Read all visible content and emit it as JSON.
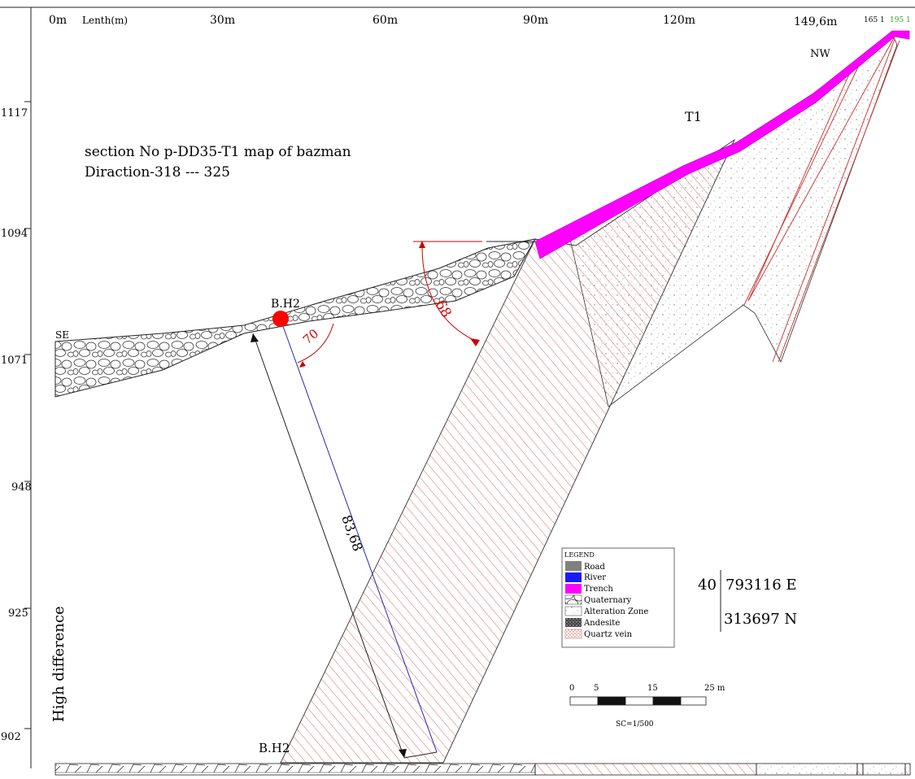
{
  "header": {
    "lenth_label": "Lenth(m)",
    "distance_ticks": [
      "0m",
      "30m",
      "60m",
      "90m",
      "120m",
      "149,6m",
      "165 1",
      "195 1"
    ]
  },
  "elevation_ticks": [
    "1117",
    "1094",
    "1071",
    "948",
    "925",
    "902"
  ],
  "y_axis_label": "High difference",
  "title": {
    "line1": "section No  p-DD35-T1  map of bazman",
    "line2": "Diraction-318 --- 325"
  },
  "labels": {
    "se": "SE",
    "nw": "NW",
    "t1": "T1",
    "borehole_top": "B.H2",
    "borehole_bottom": "B.H2",
    "angle_dip": "68",
    "angle_hole": "70",
    "borehole_length": "83,68"
  },
  "legend": {
    "title": "LEGEND",
    "items": [
      {
        "label": "Road",
        "color": "#808080"
      },
      {
        "label": "River",
        "color": "#1a1aff"
      },
      {
        "label": "Trench",
        "color": "#ff00ff"
      },
      {
        "label": "Quaternary",
        "color": "#888888"
      },
      {
        "label": "Alteration Zone",
        "color": "#bbbbbb"
      },
      {
        "label": "Andesite",
        "color": "#555555"
      },
      {
        "label": "Quartz vein",
        "color": "#e88080"
      }
    ]
  },
  "coordinates": {
    "zone": "40",
    "easting": "793116 E",
    "northing": "313697 N"
  },
  "scale": {
    "ticks": [
      "0",
      "5",
      "15",
      "25 m"
    ],
    "ratio": "SC=1/500"
  },
  "colors": {
    "trench": "#ff00ff",
    "vein": "#d84040",
    "angle": "#d80000",
    "borehole_marker": "#ff0000",
    "borehole_line": "#2a2aa8"
  }
}
